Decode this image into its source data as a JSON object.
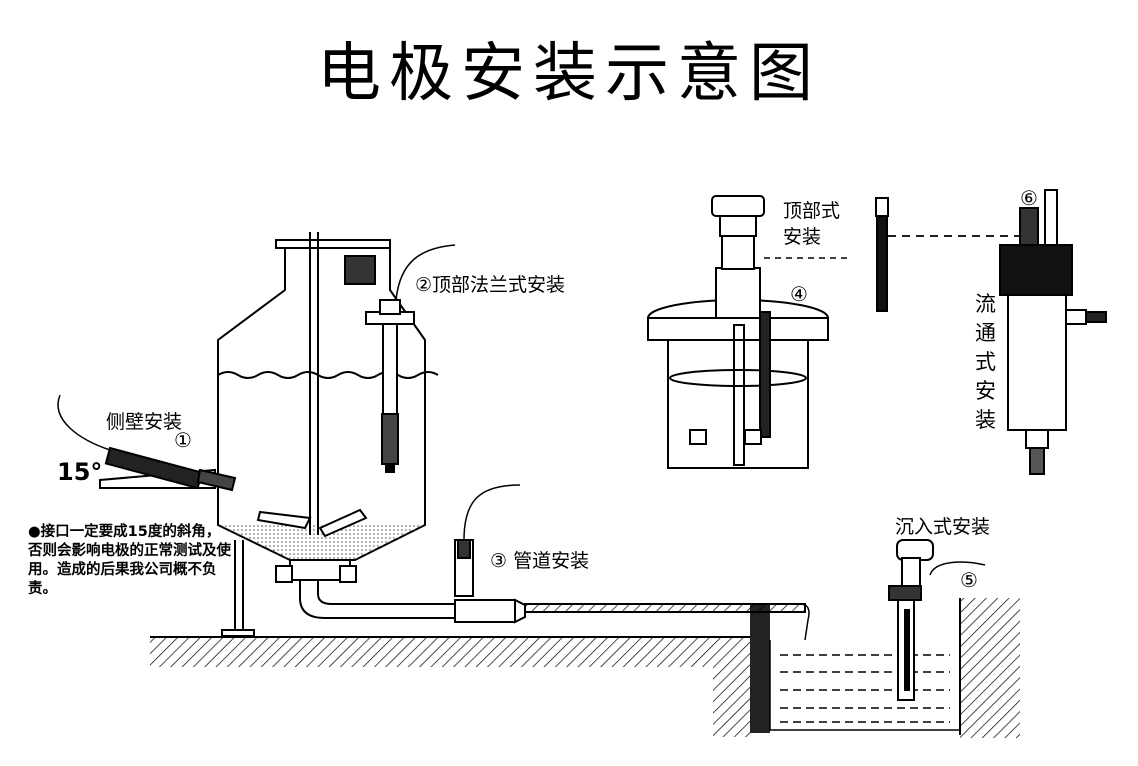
{
  "title": "电极安装示意图",
  "labels": {
    "side_wall": "侧壁安装",
    "side_wall_num": "①",
    "angle": "15°",
    "top_flange": "②顶部法兰式安装",
    "pipe": "③ 管道安装",
    "top_type_line1": "顶部式",
    "top_type_line2": "安装",
    "top_type_num": "④",
    "flow_num": "⑥",
    "flow": "流通式安装",
    "immersion": "沉入式安装",
    "immersion_num": "⑤"
  },
  "note": "●接口一定要成15度的斜角，否则会影响电极的正常测试及使用。造成的后果我公司概不负责。"
}
